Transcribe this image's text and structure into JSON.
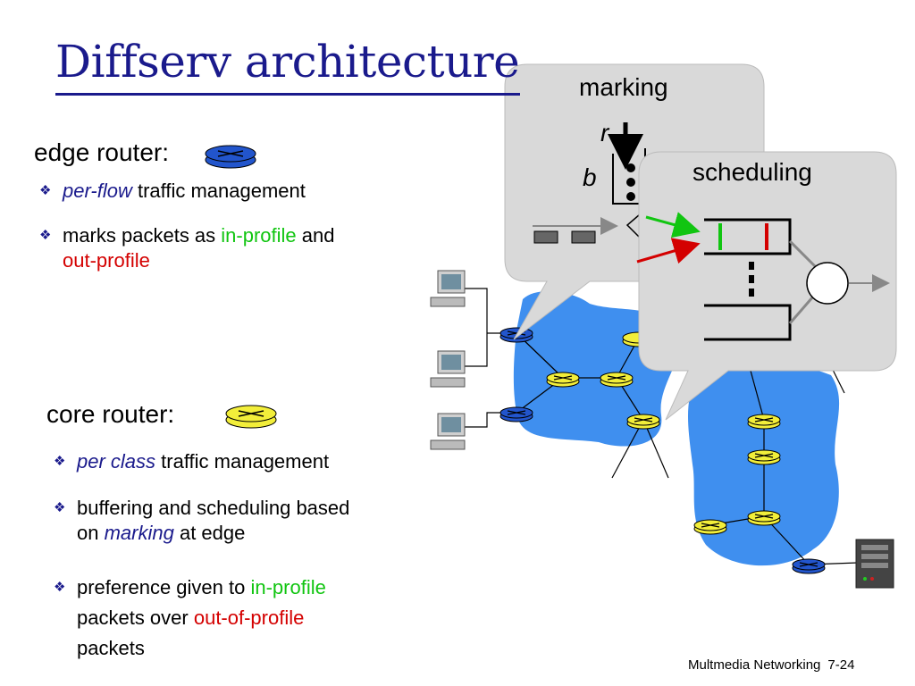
{
  "title": "Diffserv architecture",
  "edge_router": {
    "heading": "edge router:",
    "bullets": [
      {
        "italic": "per-flow",
        "rest": " traffic management"
      },
      {
        "pre": "marks packets as ",
        "green": "in-profile",
        "mid": " and",
        "red": "out-profile"
      }
    ]
  },
  "core_router": {
    "heading": "core router:",
    "bullets": [
      {
        "italic": "per class",
        "rest": " traffic management"
      },
      {
        "line1": "buffering and scheduling based",
        "pre2": "on ",
        "italic2": "marking",
        "post2": " at edge"
      },
      {
        "pre": "preference given to ",
        "green": "in-profile",
        "line2pre": "packets over ",
        "red": "out-of-profile",
        "line3": "packets"
      }
    ]
  },
  "callout_marking": {
    "label": "marking",
    "r": "r",
    "b": "b"
  },
  "callout_scheduling": {
    "label": "scheduling"
  },
  "footer": {
    "course": "Multmedia Networking",
    "page": "7-24"
  },
  "colors": {
    "title": "#1a1a8c",
    "in_profile": "#11c511",
    "out_profile": "#d40000",
    "edge_router": "#2255cc",
    "core_router": "#f2ee3a",
    "network": "#3f8fef",
    "callout": "#d9d9d9"
  }
}
